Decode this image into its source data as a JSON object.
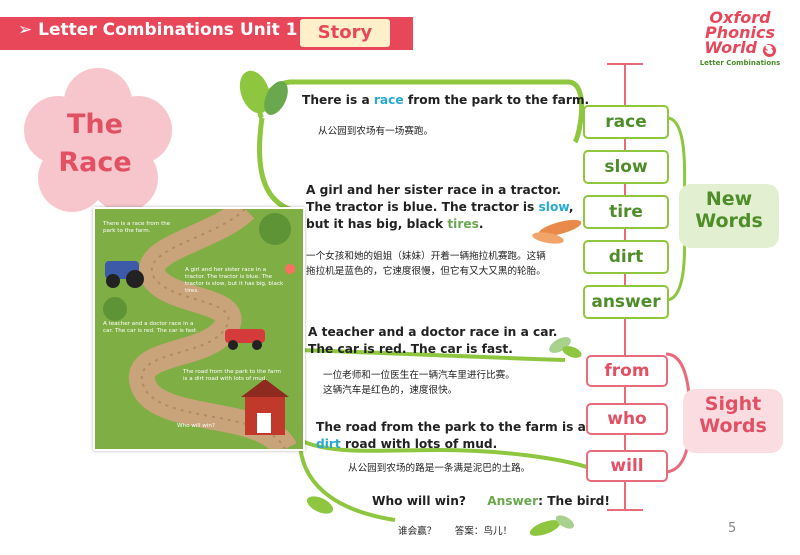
{
  "header": {
    "title": "Letter Combinations Unit 1",
    "section": "Story",
    "logo": {
      "line1": "Oxford",
      "line2": "Phonics",
      "line3": "World",
      "number": "5",
      "subtitle": "Letter Combinations"
    }
  },
  "flower_title": {
    "line1": "The",
    "line2": "Race"
  },
  "story_image_text": {
    "p1": "There is a race from the park to the farm.",
    "p2": "A girl and her sister race in a tractor. The tractor is blue. The tractor is slow, but it has big, black tires.",
    "p3": "A teacher and a doctor race in a car. The car is red. The car is fast.",
    "p4": "The road from the park to the farm is a dirt road with lots of mud.",
    "p5": "Who will win?"
  },
  "sentences": {
    "s1": {
      "en_a": "There is a ",
      "en_hl": "race",
      "en_b": " from the park to the farm.",
      "zh": "从公园到农场有一场赛跑。"
    },
    "s2": {
      "en_l1": "A girl and her sister race in a tractor.",
      "en_l2a": "The tractor is blue. The tractor is ",
      "en_l2hl": "slow",
      "en_l2b": ",",
      "en_l3a": "but it has big, black ",
      "en_l3hl": "tires",
      "en_l3b": ".",
      "zh_l1": "一个女孩和她的姐姐（妹妹）开着一辆拖拉机赛跑。这辆",
      "zh_l2": "拖拉机是蓝色的，它速度很慢，但它有又大又黑的轮胎。"
    },
    "s3": {
      "en_l1": "A teacher and a doctor race in a car.",
      "en_l2": "The car is red. The car is fast.",
      "zh_l1": "一位老师和一位医生在一辆汽车里进行比赛。",
      "zh_l2": "这辆汽车是红色的，速度很快。"
    },
    "s4": {
      "en_l1": "The road from the park to the farm is a",
      "en_l2hl": "dirt",
      "en_l2b": " road with lots of mud.",
      "zh": "从公园到农场的路是一条满是泥巴的土路。"
    },
    "s5": {
      "en_q": "Who will win?",
      "en_ans_label": "Answer",
      "en_ans": ": The bird!",
      "zh_q": "谁会赢？",
      "zh_ans": "答案：鸟儿！"
    }
  },
  "new_words": {
    "label_l1": "New",
    "label_l2": "Words",
    "items": [
      "race",
      "slow",
      "tire",
      "dirt",
      "answer"
    ]
  },
  "sight_words": {
    "label_l1": "Sight",
    "label_l2": "Words",
    "items": [
      "from",
      "who",
      "will"
    ]
  },
  "page_number": "5",
  "colors": {
    "header_red": "#e8475a",
    "green": "#8ec63f",
    "pink": "#e86b7c",
    "highlight_blue": "#27a9d1"
  }
}
